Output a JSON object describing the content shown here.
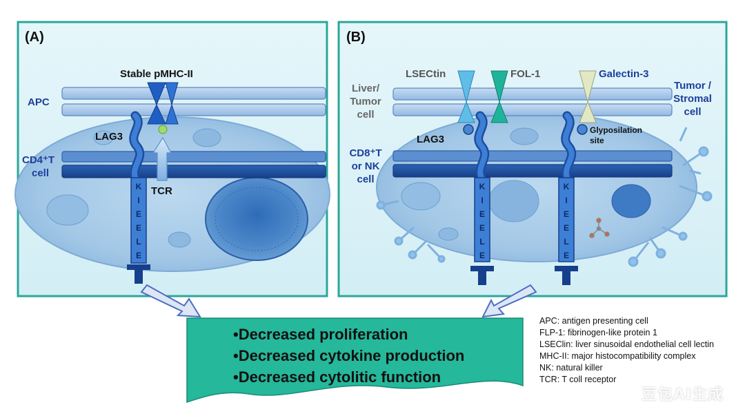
{
  "panelA": {
    "letter": "(A)",
    "stable_label": "Stable pMHC-II",
    "apc_label": "APC",
    "lag3_label": "LAG3",
    "cell_label_line1": "CD4⁺T",
    "cell_label_line2": "cell",
    "tcr_label": "TCR",
    "motif_letters": [
      "K",
      "I",
      "E",
      "E",
      "L",
      "E"
    ]
  },
  "panelB": {
    "letter": "(B)",
    "lsectin_label": "LSECtin",
    "fol_label": "FOL-1",
    "galectin_label": "Galectin-3",
    "liver_line1": "Liver/",
    "liver_line2": "Tumor",
    "liver_line3": "cell",
    "tumor_line1": "Tumor /",
    "tumor_line2": "Stromal",
    "tumor_line3": "cell",
    "lag3_label": "LAG3",
    "cd8_line1": "CD8⁺T",
    "cd8_line2": "or NK",
    "cd8_line3": "cell",
    "glyco_line1": "Glyposilation",
    "glyco_line2": "site",
    "motif_letters": [
      "K",
      "I",
      "E",
      "E",
      "L",
      "E"
    ]
  },
  "outcomes": [
    "•Decreased proliferation",
    "•Decreased cytokine production",
    "•Decreased cytolitic function"
  ],
  "legend": [
    "APC: antigen presenting cell",
    "FLP-1: fibrinogen-like protein 1",
    "LSEClin: liver sinusoidal endothelial cell lectin",
    "MHC-II: major histocompatibility complex",
    "NK: natural killer",
    "TCR: T coll receptor"
  ],
  "watermark": "豆包AI生成",
  "colors": {
    "panel_border": "#2aa79a",
    "membrane_light": "#a9c9ea",
    "membrane_dark": "#1f4f9f",
    "outcome_box": "#25b89b",
    "label_blue": "#1c3f9a"
  }
}
